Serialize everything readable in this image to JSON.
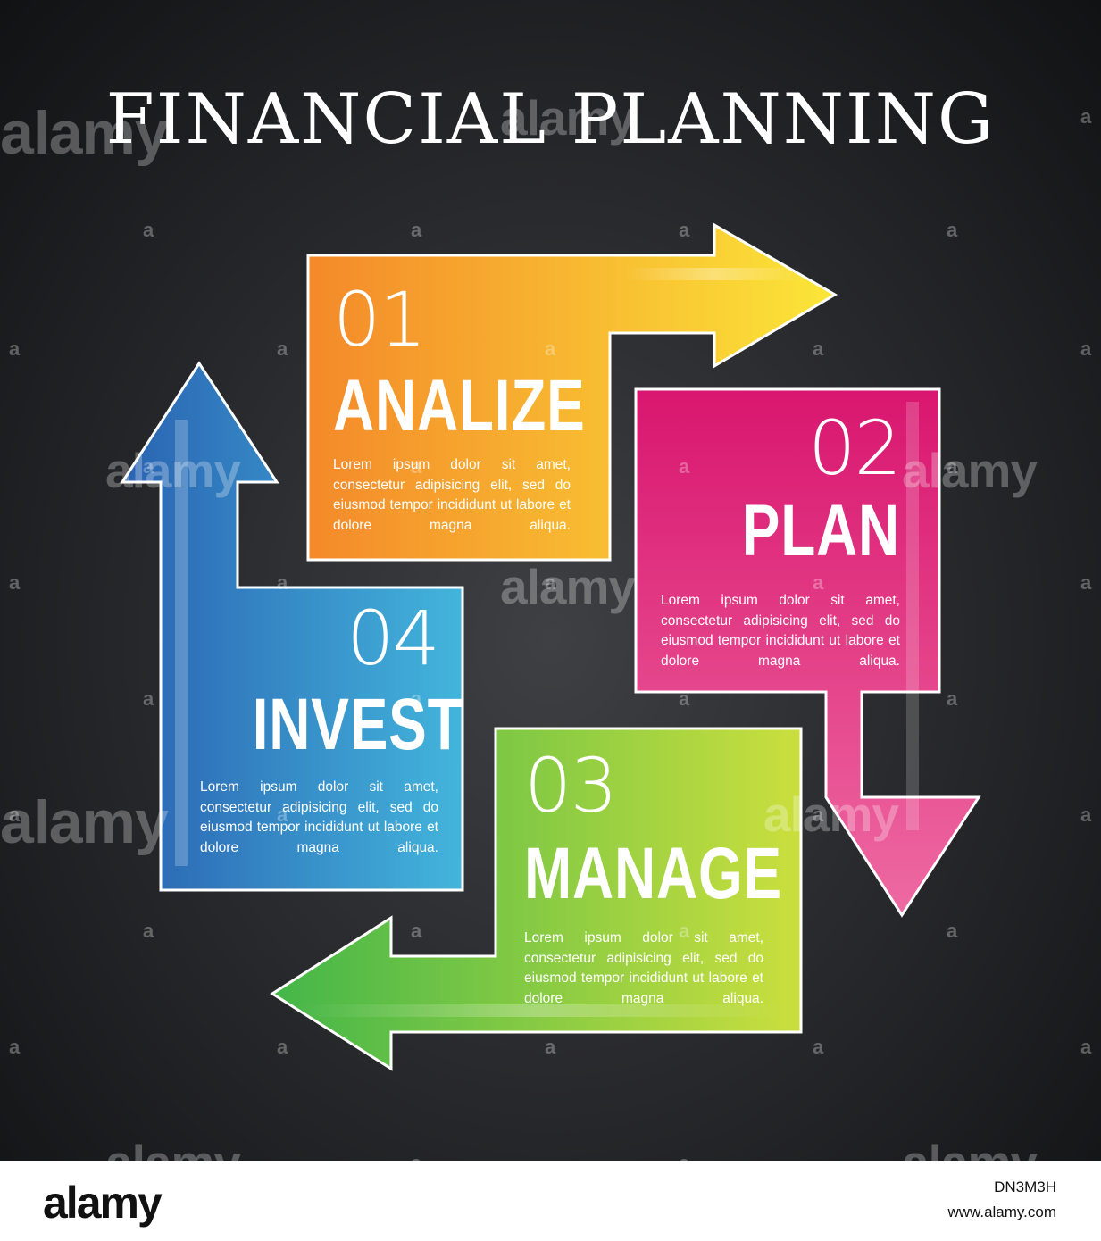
{
  "title": "FINANCIAL PLANNING",
  "steps": [
    {
      "number": "01",
      "label": "ANALIZE",
      "text": "Lorem ipsum dolor sit amet, consectetur adipisicing elit, sed do eiusmod tempor incididunt ut labore et dolore magna aliqua.",
      "color_start": "#f4892a",
      "color_end": "#fbe638"
    },
    {
      "number": "02",
      "label": "PLAN",
      "text": "Lorem ipsum dolor sit amet, consectetur adipisicing elit, sed do eiusmod tempor incididunt ut labore et dolore magna aliqua.",
      "color_start": "#d9166f",
      "color_end": "#ee6aa2"
    },
    {
      "number": "03",
      "label": "MANAGE",
      "text": "Lorem ipsum dolor sit amet, consectetur adipisicing elit, sed do eiusmod tempor incididunt ut labore et dolore magna aliqua.",
      "color_start": "#43b649",
      "color_end": "#cbdf3e"
    },
    {
      "number": "04",
      "label": "INVEST",
      "text": "Lorem ipsum dolor sit amet, consectetur adipisicing elit, sed do eiusmod tempor incididunt ut labore et dolore magna aliqua.",
      "color_start": "#2a63b2",
      "color_end": "#43b5dc"
    }
  ],
  "watermark": {
    "text": "alamy",
    "mark": "a"
  },
  "footer": {
    "logo": "alamy",
    "image_id": "DN3M3H",
    "url": "www.alamy.com"
  }
}
